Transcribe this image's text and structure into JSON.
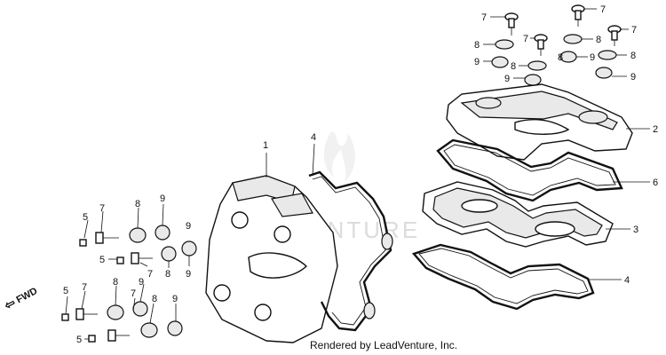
{
  "watermark": "LEADVENTURE",
  "credit": "Rendered by LeadVenture, Inc.",
  "direction": {
    "label": "FWD"
  },
  "callouts": [
    "7",
    "7",
    "7",
    "7",
    "8",
    "8",
    "8",
    "8",
    "8",
    "9",
    "9",
    "9",
    "9",
    "2",
    "6",
    "3",
    "4",
    "1",
    "4",
    "7",
    "8",
    "9",
    "5",
    "5",
    "7",
    "9",
    "8",
    "9",
    "5",
    "7",
    "8",
    "7",
    "8",
    "9",
    "5",
    "9"
  ]
}
